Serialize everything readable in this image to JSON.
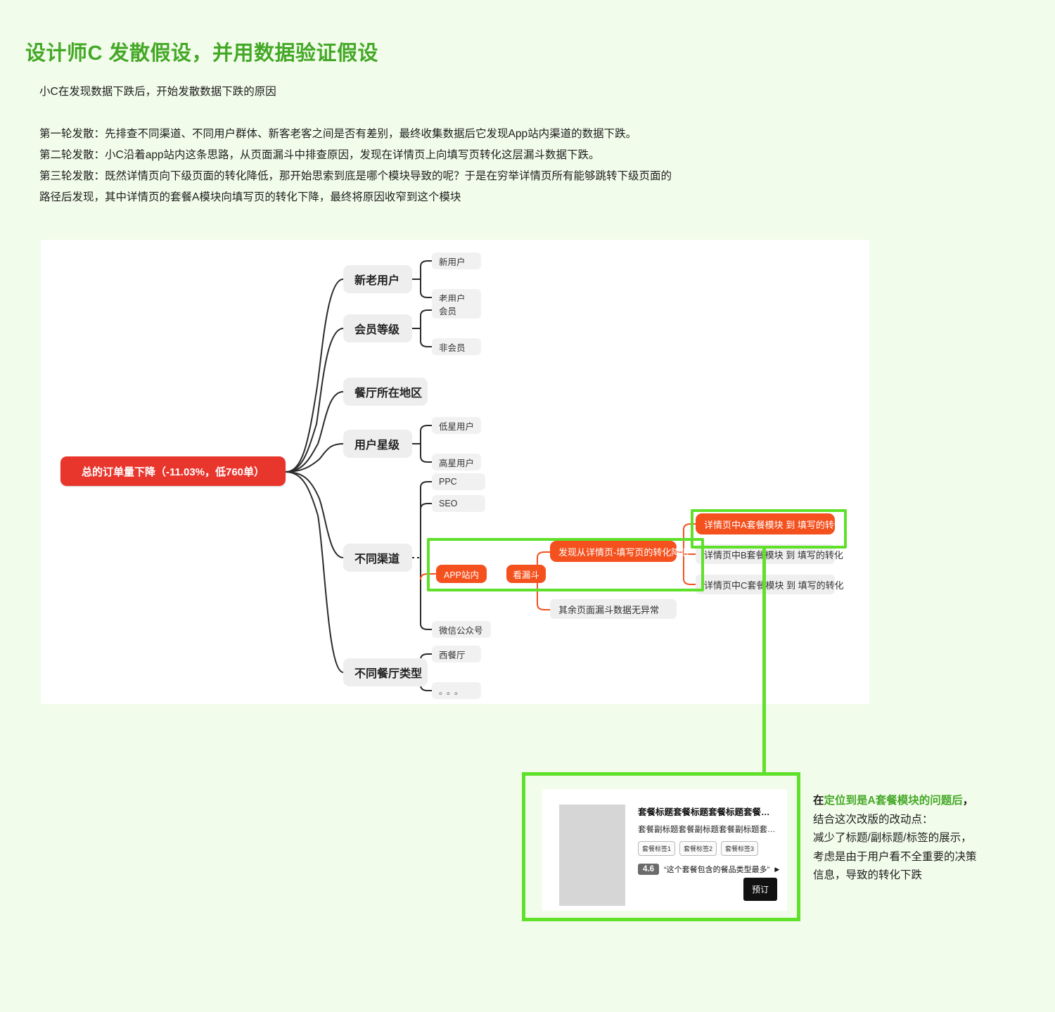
{
  "header": {
    "title": "设计师C  发散假设，并用数据验证假设",
    "lead": "小C在发现数据下跌后，开始发散数据下跌的原因",
    "paragraphs": [
      "第一轮发散：先排查不同渠道、不同用户群体、新客老客之间是否有差别，最终收集数据后它发现App站内渠道的数据下跌。",
      "第二轮发散：小C沿着app站内这条思路，从页面漏斗中排查原因，发现在详情页上向填写页转化这层漏斗数据下跌。",
      "第三轮发散：既然详情页向下级页面的转化降低，那开始思索到底是哪个模块导致的呢？于是在穷举详情页所有能够跳转下级页面的",
      "路径后发现，其中详情页的套餐A模块向填写页的转化下降，最终将原因收窄到这个模块"
    ]
  },
  "mindmap": {
    "root": "总的订单量下降（-11.03%，低760单）",
    "branches": [
      {
        "label": "新老用户",
        "children": [
          "新用户",
          "老用户"
        ]
      },
      {
        "label": "会员等级",
        "children": [
          "会员",
          "非会员"
        ]
      },
      {
        "label": "餐厅所在地区",
        "children": []
      },
      {
        "label": "用户星级",
        "children": [
          "低星用户",
          "高星用户"
        ]
      },
      {
        "label": "不同渠道",
        "children": [
          "PPC",
          "SEO",
          "APP站内",
          "微信公众号"
        ]
      },
      {
        "label": "不同餐厅类型",
        "children": [
          "西餐厅",
          "。。。"
        ]
      }
    ],
    "funnel": {
      "step": "看漏斗",
      "finding": "发现从详情页-填写页的转化降低",
      "other": "其余页面漏斗数据无异常",
      "modules": [
        "详情页中A套餐模块 到 填写的转化",
        "详情页中B套餐模块 到 填写的转化",
        "详情页中C套餐模块 到 填写的转化"
      ]
    }
  },
  "card": {
    "title": "套餐标题套餐标题套餐标题套餐标题…",
    "subtitle": "套餐副标题套餐副标题套餐副标题套餐副标题…",
    "tags": [
      "套餐标签1",
      "套餐标签2",
      "套餐标签3"
    ],
    "score": "4.6",
    "quote": "“这个套餐包含的餐品类型最多”",
    "arrow_icon": "▶",
    "book_label": "预订"
  },
  "note": {
    "line1_a": "在",
    "line1_b": "定位到是A套餐模块的问题后",
    "line1_c": "，",
    "line2": "结合这次改版的改动点：",
    "line3": "减少了标题/副标题/标签的展示，",
    "line4": "考虑是由于用户看不全重要的决策",
    "line5": "信息，导致的转化下跌"
  },
  "colors": {
    "page_bg": "#f2fcea",
    "brand_green": "#44a827",
    "highlight_green": "#5fe02a",
    "root_red": "#e8362d",
    "node_orange": "#f4511e",
    "node_gray": "#eeeeee"
  }
}
